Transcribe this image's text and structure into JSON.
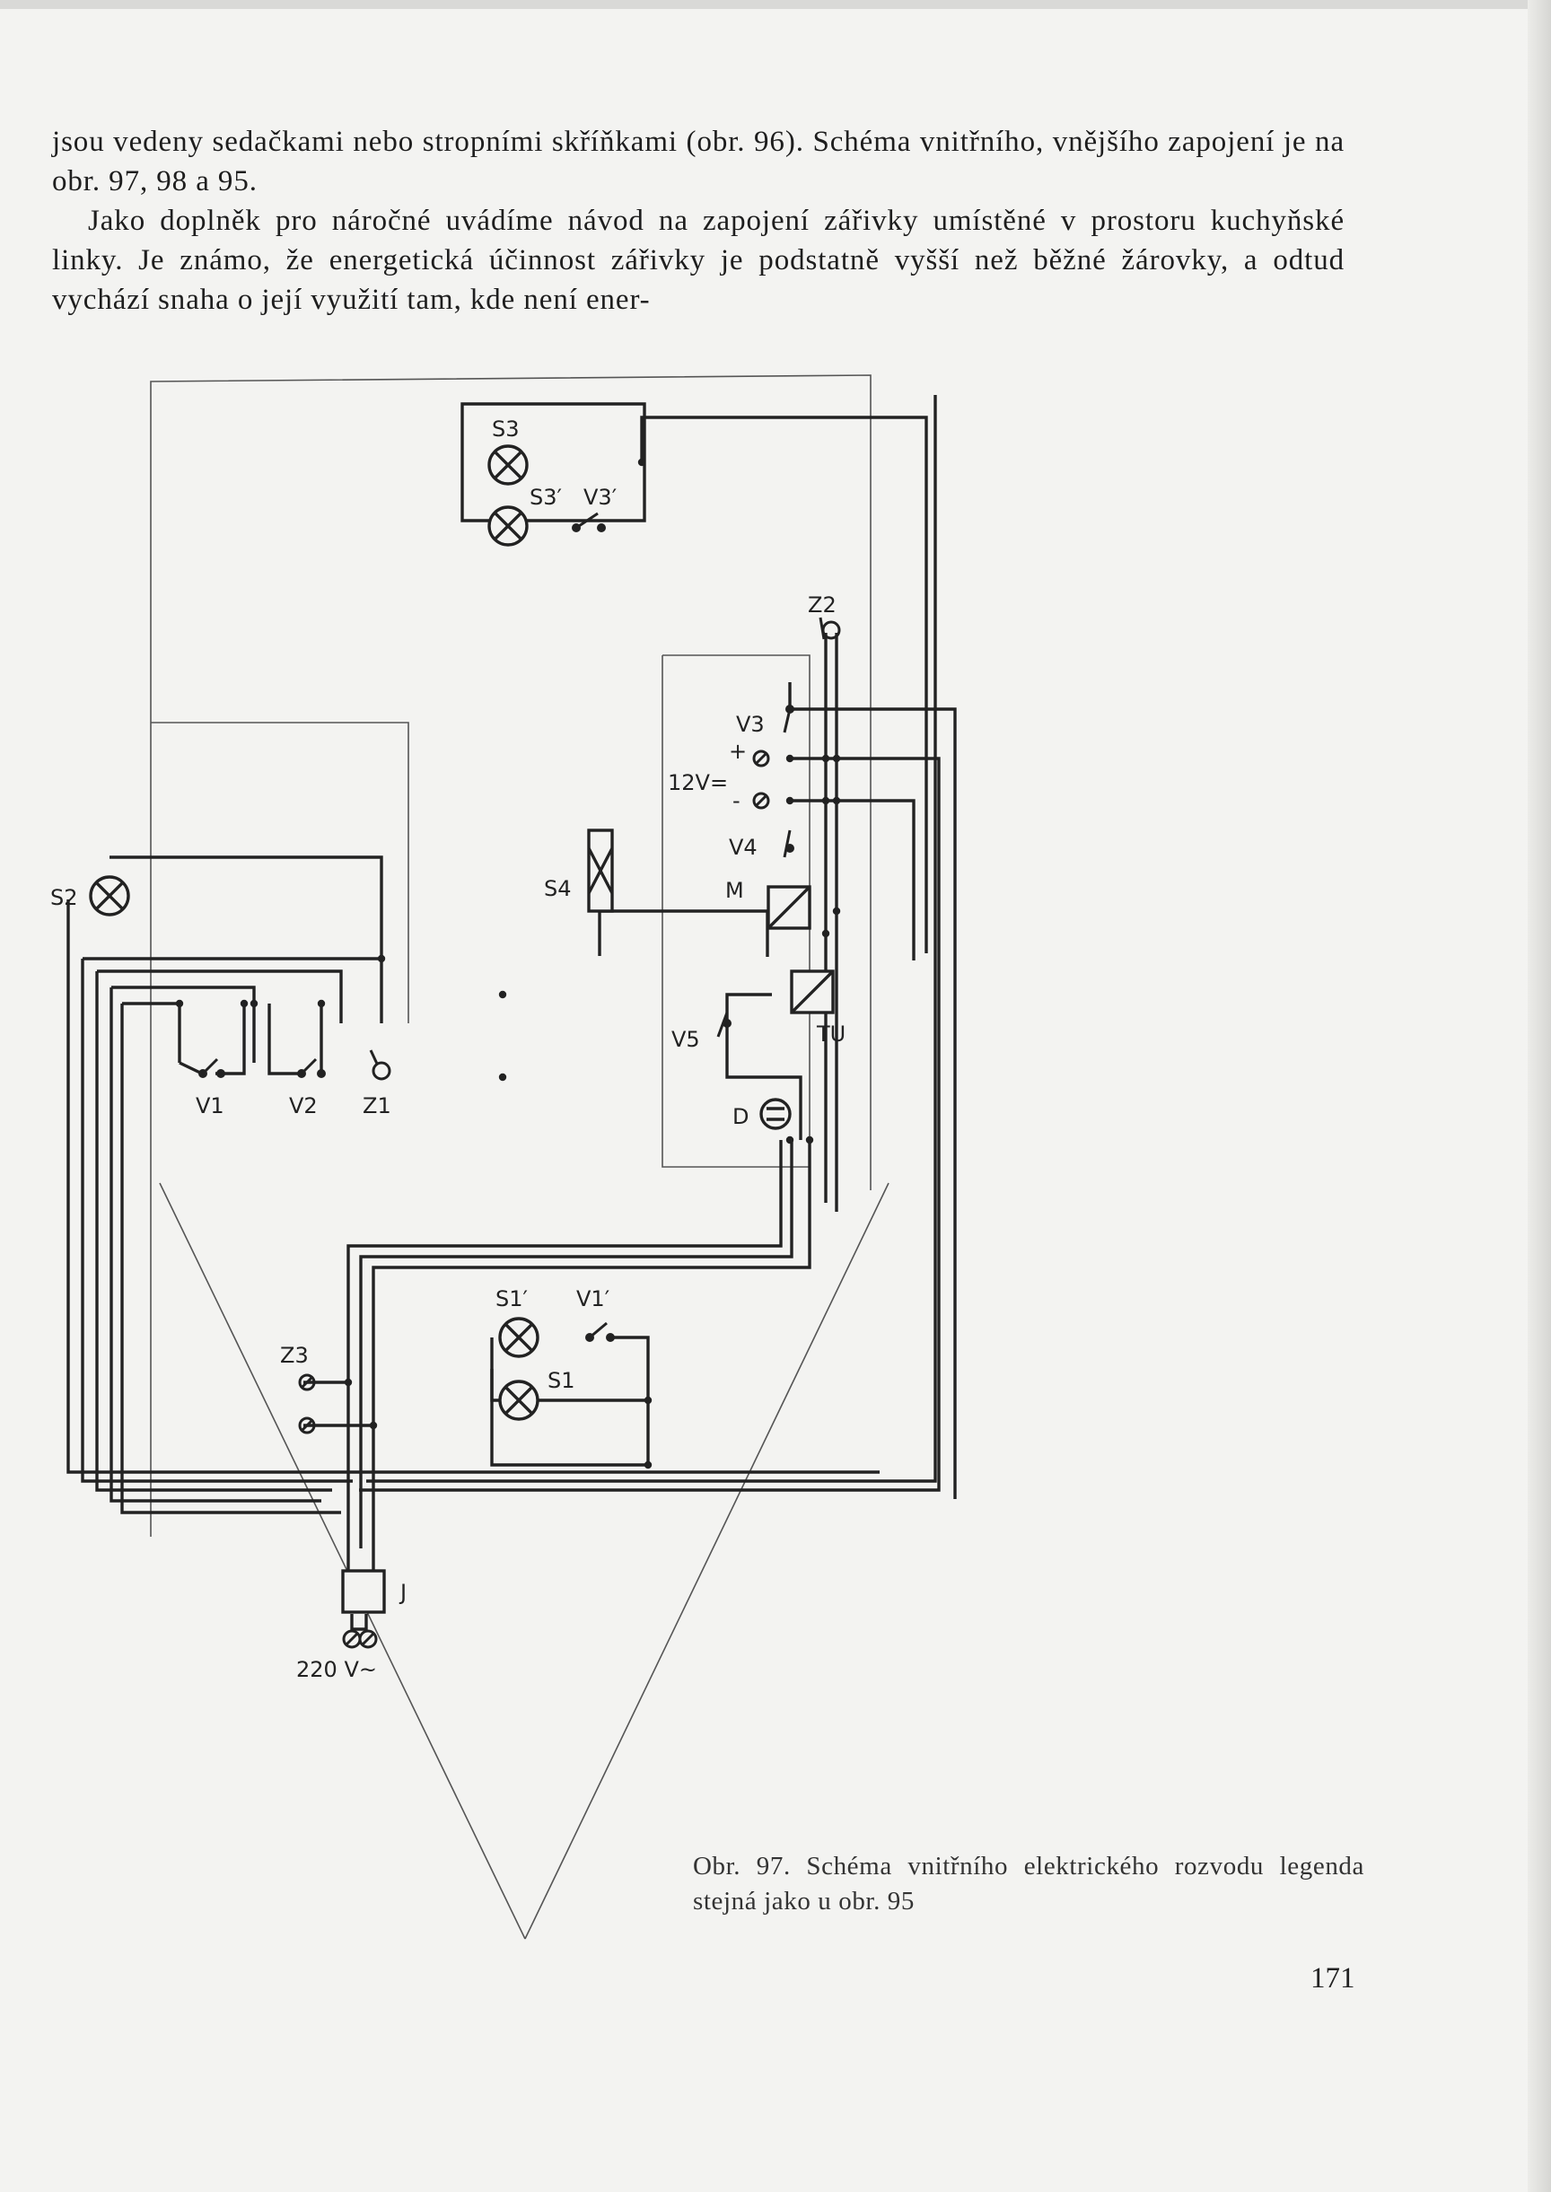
{
  "body_text": {
    "paragraph_1": "jsou vedeny sedačkami nebo stropními skříňkami (obr. 96). Schéma vnitřního, vnějšího zapojení je na obr. 97, 98 a 95.",
    "paragraph_2": "Jako doplněk pro náročné uvádíme návod na zapojení zářivky umístěné v prostoru kuchyňské linky. Je známo, že energetická účinnost zářivky je podstatně vyšší než běžné žárovky, a odtud vychází snaha o její využití tam, kde není ener-"
  },
  "diagram": {
    "labels": {
      "s3": "S3",
      "s3_prime": "S3′",
      "v3_prime": "V3′",
      "z2": "Z2",
      "v3": "V3",
      "plus": "+",
      "voltage_dc": "12V=",
      "minus": "-",
      "v4": "V4",
      "s4": "S4",
      "m": "M",
      "s2": "S2",
      "v5": "V5",
      "tu": "TU",
      "d": "D",
      "v1": "V1",
      "v2": "V2",
      "z1": "Z1",
      "s1_prime": "S1′",
      "v1_prime": "V1′",
      "s1": "S1",
      "z3": "Z3",
      "j": "J",
      "mains": "220 V~"
    }
  },
  "caption": "Obr. 97. Schéma vnitřního elektrického rozvodu legenda stejná jako u obr. 95",
  "page_number": "171"
}
